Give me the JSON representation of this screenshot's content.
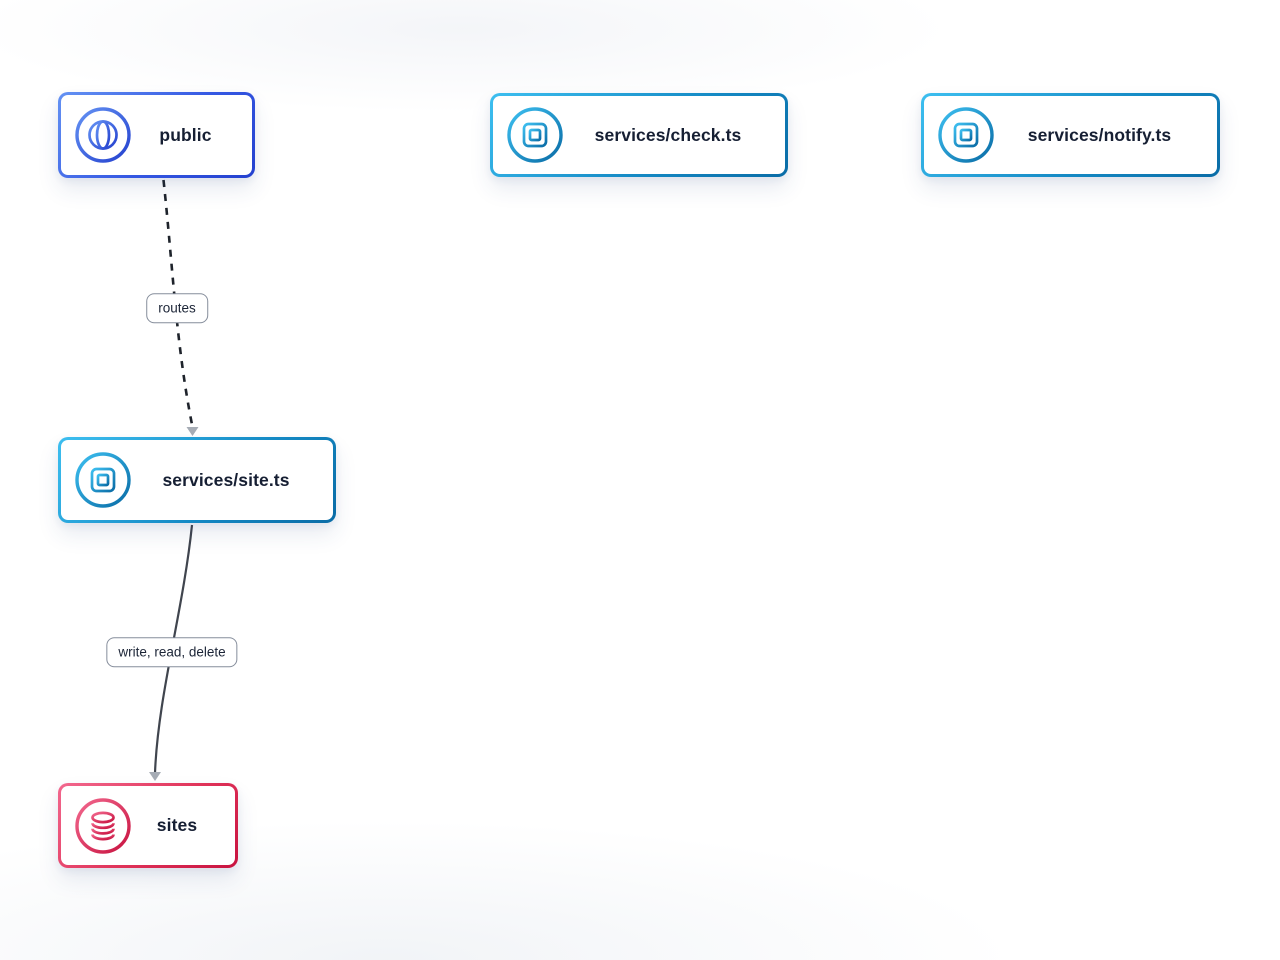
{
  "nodes": [
    {
      "id": "public",
      "label": "public",
      "kind": "gateway",
      "icon": "globe-icon",
      "accent_from": "#6492F3",
      "accent_to": "#2441CF"
    },
    {
      "id": "services-check",
      "label": "services/check.ts",
      "kind": "service",
      "icon": "chip-icon",
      "accent_from": "#3DBFF0",
      "accent_to": "#0A6CA6"
    },
    {
      "id": "services-notify",
      "label": "services/notify.ts",
      "kind": "service",
      "icon": "chip-icon",
      "accent_from": "#3DBFF0",
      "accent_to": "#0A6CA6"
    },
    {
      "id": "services-site",
      "label": "services/site.ts",
      "kind": "service",
      "icon": "chip-icon",
      "accent_from": "#3DBFF0",
      "accent_to": "#0A6CA6"
    },
    {
      "id": "sites",
      "label": "sites",
      "kind": "database",
      "icon": "database-icon",
      "accent_from": "#F2688E",
      "accent_to": "#C81340"
    }
  ],
  "edges": [
    {
      "from": "public",
      "to": "services-site",
      "label": "routes",
      "line_style": "dashed",
      "line_color": "#1E232B"
    },
    {
      "from": "services-site",
      "to": "sites",
      "label": "write, read, delete",
      "line_style": "solid",
      "line_color": "#40454E"
    }
  ],
  "colors": {
    "node_text": "#161F33",
    "edge_arrow": "#A6ACB5",
    "edge_label_border": "#858D9B",
    "background": "#FFFFFF"
  }
}
